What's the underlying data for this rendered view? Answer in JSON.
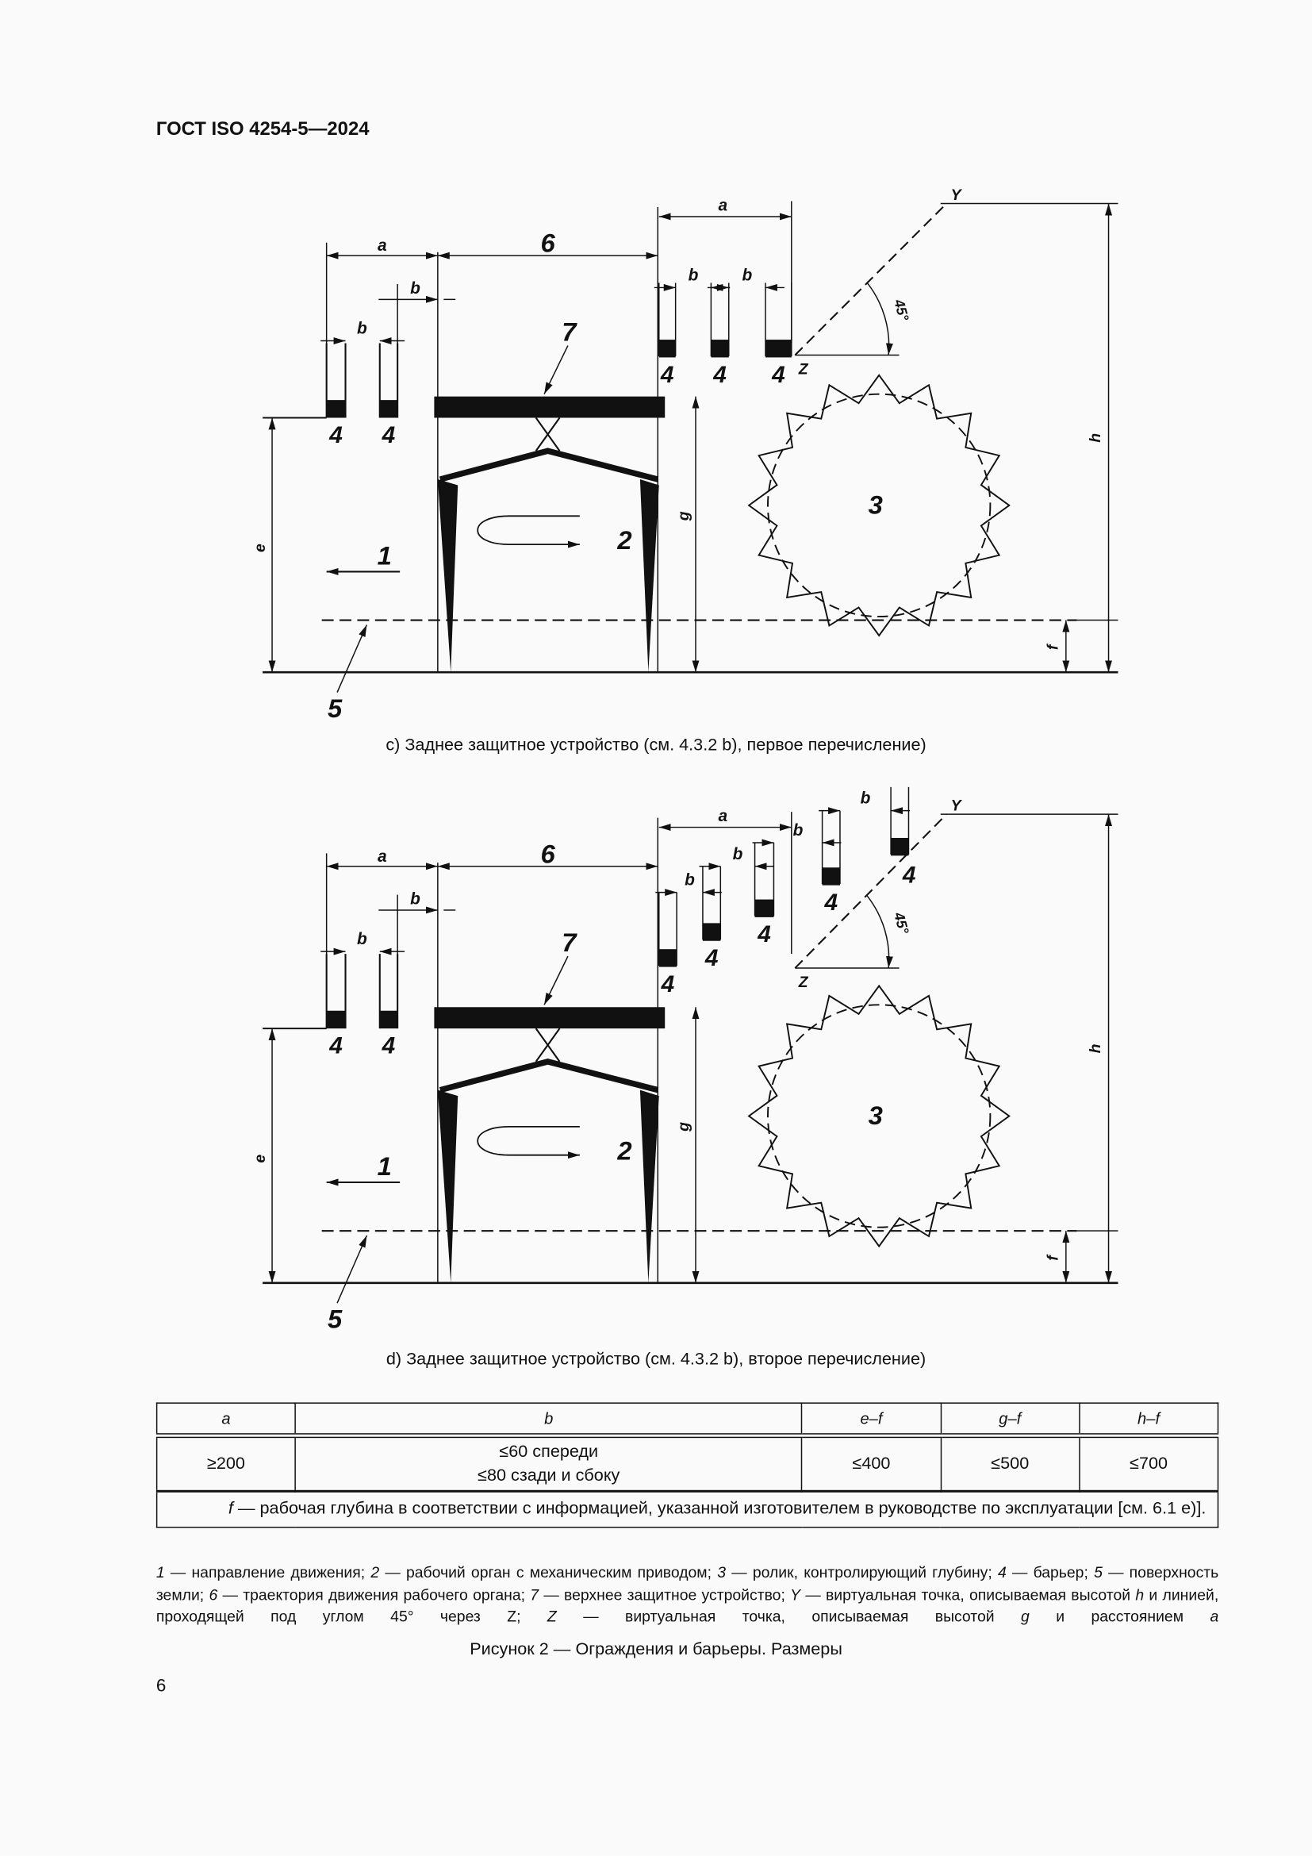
{
  "header": {
    "doc_id": "ГОСТ ISO 4254-5—2024"
  },
  "figure_labels": {
    "a": "a",
    "b": "b",
    "e": "e",
    "f": "f",
    "g": "g",
    "h": "h",
    "n1": "1",
    "n2": "2",
    "n3": "3",
    "n4": "4",
    "n5": "5",
    "n6": "6",
    "n7": "7",
    "Y": "Y",
    "Z": "Z",
    "angle": "45°"
  },
  "subfigures": [
    {
      "caption": "c) Заднее защитное устройство (см. 4.3.2 b), первое перечисление)"
    },
    {
      "caption": "d) Заднее защитное устройство (см. 4.3.2 b), второе перечисление)"
    }
  ],
  "table": {
    "headers": [
      "a",
      "b",
      "e–f",
      "g–f",
      "h–f"
    ],
    "row": [
      "≥200",
      "≤60 спереди",
      "≤80 сзади и сбоку",
      "≤400",
      "≤500",
      "≤700"
    ],
    "note_symbol": "f",
    "note": " — рабочая глубина в соответствии с информацией, указанной изготовителем в руководстве по эксплуатации [см. 6.1 e)]."
  },
  "legend": [
    {
      "key": "1",
      "text": " — направление движения; "
    },
    {
      "key": "2",
      "text": " — рабочий орган с механическим приводом; "
    },
    {
      "key": "3",
      "text": " — ролик, контролирующий глубину; "
    },
    {
      "key": "4",
      "text": " — барьер; "
    },
    {
      "key": "5",
      "text": " — поверхность земли; "
    },
    {
      "key": "6",
      "text": " — траектория движения рабочего органа; "
    },
    {
      "key": "7",
      "text": " — верхнее защитное устройство; "
    },
    {
      "key": "Y",
      "text": " — виртуальная точка, описываемая высотой "
    },
    {
      "key": "h",
      "text": " и линией, проходящей под углом 45° через Z; "
    },
    {
      "key": "Z",
      "text": " — виртуальная точка, описываемая высотой "
    },
    {
      "key": "g",
      "text": " и расстоянием "
    },
    {
      "key": "a",
      "text": ""
    }
  ],
  "figure_title": "Рисунок 2 — Ограждения и барьеры. Размеры",
  "page_number": "6"
}
